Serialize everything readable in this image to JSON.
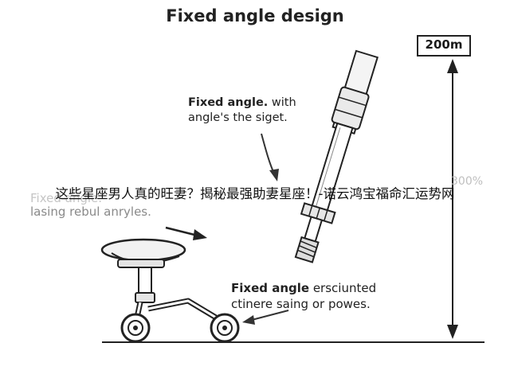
{
  "title": "Fixed angle design",
  "measurement": {
    "label": "200m",
    "faded_value": "300%"
  },
  "callouts": {
    "top": {
      "bold": "Fixed angle.",
      "rest_line1": " with",
      "line2": "angle's the siget."
    },
    "bottom": {
      "bold": "Fixed angle",
      "rest_line1": " ersciunted",
      "line2": "ctinere saing or powes."
    }
  },
  "faded_caption": {
    "line1": "Fixed angle.",
    "line2": "lasing rebul anryles."
  },
  "overlay_text": "这些星座男人真的旺妻？揭秘最强助妻星座！-诺云鸿宝福命汇运势网"
}
